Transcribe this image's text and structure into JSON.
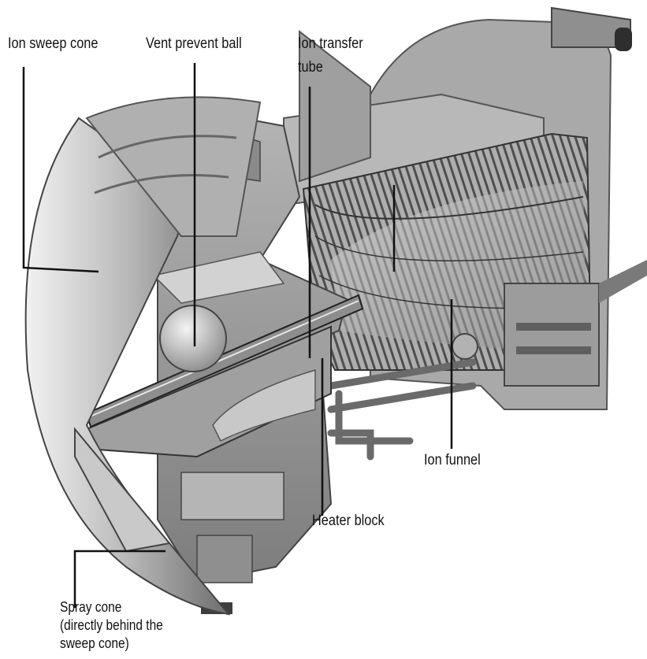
{
  "figure": {
    "labels": {
      "ion_sweep_cone": "Ion sweep cone",
      "vent_prevent_ball": "Vent prevent ball",
      "ion_transfer_tube_line1": "Ion transfer",
      "ion_transfer_tube_line2": "tube",
      "ion_funnel": "Ion funnel",
      "heater_block": "Heater block",
      "spray_cone_line1": "Spray cone",
      "spray_cone_line2": "(directly behind the",
      "spray_cone_line3": "sweep cone)"
    },
    "colors": {
      "background": "#ffffff",
      "metal_light": "#c9c9c9",
      "metal_mid": "#9a9a9a",
      "metal_dark": "#5a5a5a",
      "leader_line": "#111111"
    }
  }
}
